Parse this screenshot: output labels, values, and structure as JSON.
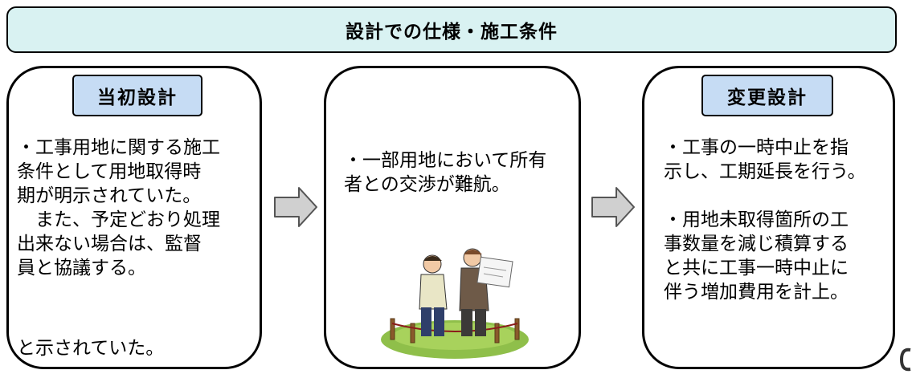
{
  "banner": {
    "title": "設計での仕様・施工条件"
  },
  "panels": [
    {
      "label": "当初設計",
      "text": "・工事用地に関する施工\n条件として用地取得時\n期が明示されていた。\n　また、予定どおり処理\n出来ない場合は、監督\n員と協議する。",
      "footer": "と示されていた。"
    },
    {
      "text": "・一部用地において所有\n者との交渉が難航。"
    },
    {
      "label": "変更設計",
      "text": "・工事の一時中止を指\n示し、工期延長を行う。\n\n・用地未取得箇所の工\n事数量を減じ積算する\nと共に工事一時中止に\n伴う増加費用を計上。"
    }
  ],
  "colors": {
    "banner_fill": "#d9f2f2",
    "tag_fill": "#c6dcf4",
    "arrow_fill": "#d0d0d0"
  }
}
